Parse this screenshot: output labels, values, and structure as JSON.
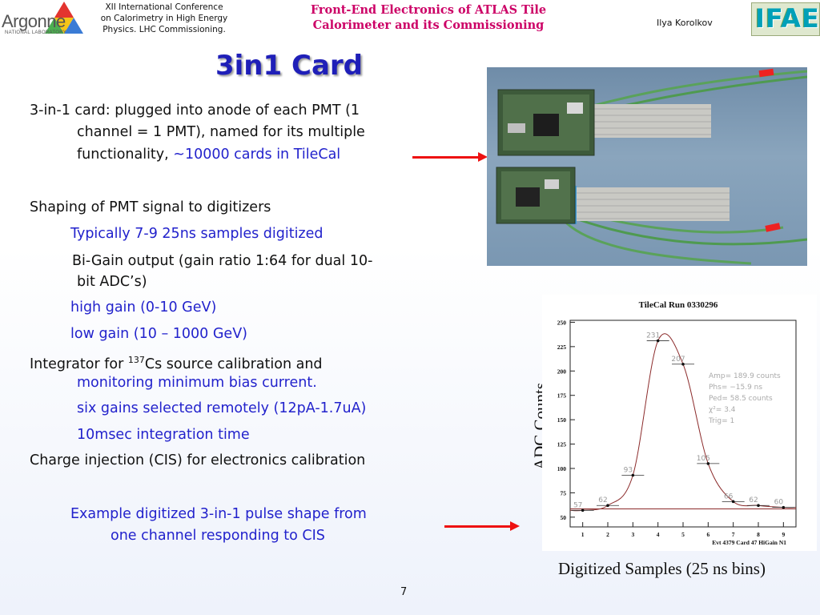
{
  "header": {
    "logo_left": {
      "word": "Argonne",
      "sub": "NATIONAL LABORATORY"
    },
    "conference": [
      "XII International Conference",
      "on Calorimetry in High Energy",
      "Physics. LHC Commissioning."
    ],
    "talk_title": [
      "Front-End Electronics of ATLAS Tile",
      "Calorimeter and its Commissioning"
    ],
    "author": "Ilya Korolkov",
    "logo_right": "IFAE"
  },
  "slide": {
    "title": "3in1 Card",
    "page_number": "7",
    "bullets": {
      "b1_l1": "3-in-1 card: plugged into anode of each PMT (1",
      "b1_l2": "channel = 1 PMT), named for its multiple",
      "b1_l3a": "functionality, ",
      "b1_l3b": "~10000 cards in TileCal",
      "b2": "Shaping of PMT signal to digitizers",
      "b2_s1": "Typically 7-9 25ns samples digitized",
      "b2_s2_l1": "Bi-Gain output (gain ratio 1:64 for dual 10-",
      "b2_s2_l2": "bit ADC’s)",
      "b2_s3": "high gain (0-10 GeV)",
      "b2_s4": "low gain (10 – 1000 GeV)",
      "b3_a": "Integrator for ",
      "b3_sup": "137",
      "b3_b": "Cs source calibration and",
      "b3_l2": "monitoring minimum bias current.",
      "b3_s1": "six gains selected remotely (12pA-1.7uA)",
      "b3_s2": "10msec integration time",
      "b4": "Charge injection (CIS) for electronics calibration",
      "ex_l1": "Example digitized 3-in-1 pulse shape from",
      "ex_l2": "one channel responding to CIS"
    },
    "colors": {
      "title": "#1f1fb8",
      "accent_text": "#2222cc",
      "header_title": "#cc0066",
      "arrow": "#ee1111"
    }
  },
  "chart_data": {
    "type": "scatter",
    "title": "TileCal Run 0330296",
    "ylabel": "ADC Counts",
    "caption": "Digitized Samples (25 ns bins)",
    "footer": "Evt 4379 Card 47 HiGain N1",
    "xlim": [
      0.5,
      9.5
    ],
    "ylim": [
      40,
      252
    ],
    "xticks": [
      "1",
      "2",
      "3",
      "4",
      "5",
      "6",
      "7",
      "8",
      "9"
    ],
    "yticks": [
      "50",
      "75",
      "100",
      "125",
      "150",
      "175",
      "200",
      "225",
      "250"
    ],
    "points": [
      {
        "x": 1,
        "y": 57,
        "label": "57"
      },
      {
        "x": 2,
        "y": 62,
        "label": "62"
      },
      {
        "x": 3,
        "y": 93,
        "label": "93"
      },
      {
        "x": 4,
        "y": 231,
        "label": "231"
      },
      {
        "x": 5,
        "y": 207,
        "label": "207"
      },
      {
        "x": 6,
        "y": 105,
        "label": "105"
      },
      {
        "x": 7,
        "y": 66,
        "label": "66"
      },
      {
        "x": 8,
        "y": 62,
        "label": "62"
      },
      {
        "x": 9,
        "y": 60,
        "label": "60"
      }
    ],
    "pedestal": 58.5,
    "stats": [
      "Amp= 189.9 counts",
      "Phs= −15.9 ns",
      "Ped= 58.5 counts",
      "χ²= 3.4",
      "Trig= 1"
    ]
  }
}
